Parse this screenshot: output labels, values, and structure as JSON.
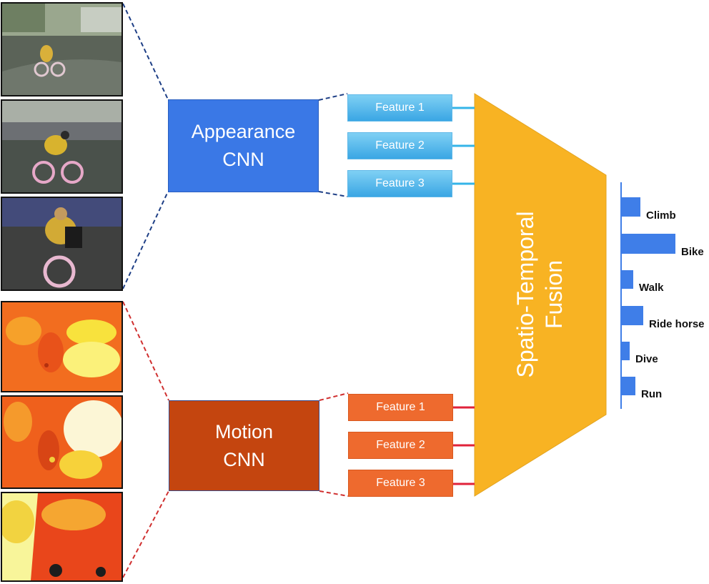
{
  "appearance_cnn": {
    "line1": "Appearance",
    "line2": "CNN"
  },
  "motion_cnn": {
    "line1": "Motion",
    "line2": "CNN"
  },
  "appearance_features": [
    "Feature 1",
    "Feature 2",
    "Feature 3"
  ],
  "motion_features": [
    "Feature 1",
    "Feature 2",
    "Feature 3"
  ],
  "fusion": {
    "line1": "Spatio-Temporal",
    "line2": "Fusion"
  },
  "classes": [
    {
      "label": "Climb",
      "score": 0.34
    },
    {
      "label": "Bike",
      "score": 1.0
    },
    {
      "label": "Walk",
      "score": 0.21
    },
    {
      "label": "Ride horse",
      "score": 0.4
    },
    {
      "label": "Dive",
      "score": 0.15
    },
    {
      "label": "Run",
      "score": 0.25
    }
  ],
  "colors": {
    "appearance": "#3a78e6",
    "motion": "#c4450f",
    "fusion": "#f8b323",
    "appearance_line": "#34b4e8",
    "motion_line": "#e0223a",
    "bars": "#3f7ee8"
  }
}
